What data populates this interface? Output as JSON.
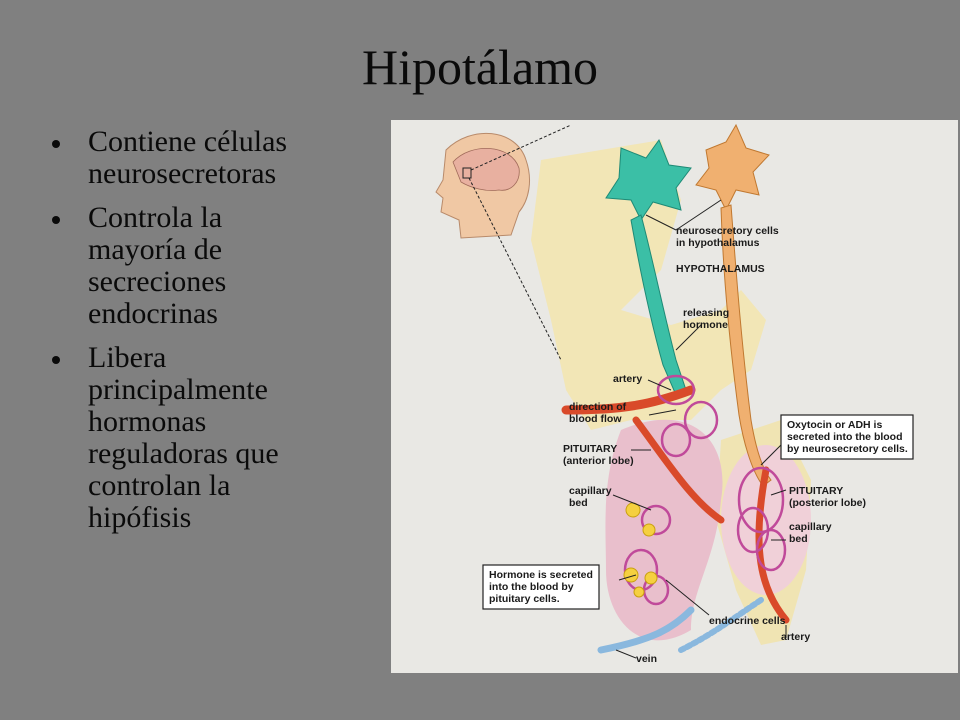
{
  "slide": {
    "title": "Hipotálamo",
    "bullets": [
      "Contiene células\nneurosecretoras",
      "Controla la\nmayoría de\nsecreciones\nendocrinas",
      "Libera\nprincipalmente\nhormonas\nreguladoras que\ncontrolan la\nhipófisis"
    ]
  },
  "diagram": {
    "labels": {
      "neurosecretory_1": "neurosecretory cells",
      "neurosecretory_2": "in hypothalamus",
      "hypothalamus": "HYPOTHALAMUS",
      "releasing_1": "releasing",
      "releasing_2": "hormone",
      "artery_top": "artery",
      "direction_1": "direction of",
      "direction_2": "blood flow",
      "pit_ant_1": "PITUITARY",
      "pit_ant_2": "(anterior lobe)",
      "capillary_left_1": "capillary",
      "capillary_left_2": "bed",
      "box_right_1": "Oxytocin or ADH is",
      "box_right_2": "secreted into the blood",
      "box_right_3": "by neurosecretory cells.",
      "pit_post_1": "PITUITARY",
      "pit_post_2": "(posterior lobe)",
      "capillary_right_1": "capillary",
      "capillary_right_2": "bed",
      "box_left_1": "Hormone is secreted",
      "box_left_2": "into the blood by",
      "box_left_3": "pituitary cells.",
      "endocrine": "endocrine cells",
      "artery_bottom": "artery",
      "vein": "vein"
    },
    "colors": {
      "background": "#e9e8e4",
      "hypothalamus_tissue": "#f3e6b0",
      "anterior_lobe": "#e9bfcc",
      "neuron_teal": "#3bbfa6",
      "neuron_orange": "#f0b070",
      "artery": "#d94a2a",
      "capillary": "#c04a9a",
      "vein": "#8ab8de"
    }
  }
}
